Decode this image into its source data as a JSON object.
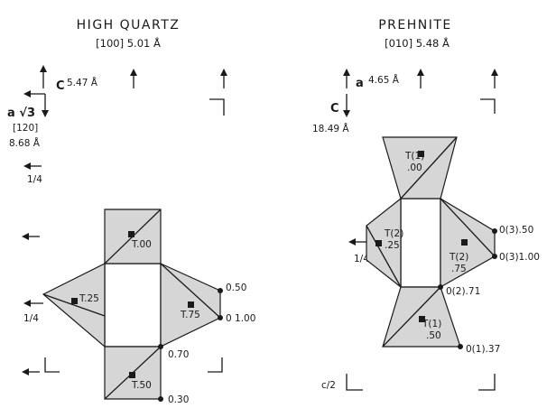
{
  "quartz": {
    "title": "HIGH QUARTZ",
    "subtitle": "[100] 5.01 Å",
    "axis_c": "C",
    "axis_c_len": "5.47 Å",
    "axis_a": "a √3",
    "axis_a_dir": "[120]",
    "axis_a_len": "8.68 Å",
    "quarter": "1/4",
    "quarter_left": "1/4",
    "t_top": "T.00",
    "t_left": "T.25",
    "t_right": "T.75",
    "t_bottom": "T.50",
    "o_050": "0.50",
    "o_100": "0 1.00",
    "o_070": "0.70",
    "o_030": "0.30"
  },
  "prehnite": {
    "title": "PREHNITE",
    "subtitle": "[010] 5.48 Å",
    "axis_a": "a",
    "axis_a_len": "4.65 Å",
    "axis_c": "C",
    "axis_c_len": "18.49 Å",
    "t1_top_a": "T(1)",
    "t1_top_b": ".00",
    "t2_left_a": "T(2)",
    "t2_left_b": ".25",
    "t2_right_a": "T(2)",
    "t2_right_b": ".75",
    "t1_bot_a": "T(1)",
    "t1_bot_b": ".50",
    "quarter": "1/4",
    "o3_50": "0(3).50",
    "o3_100": "0(3)1.00",
    "o2_71": "0(2).71",
    "o1_37": "0(1).37",
    "c_half": "c/2"
  }
}
